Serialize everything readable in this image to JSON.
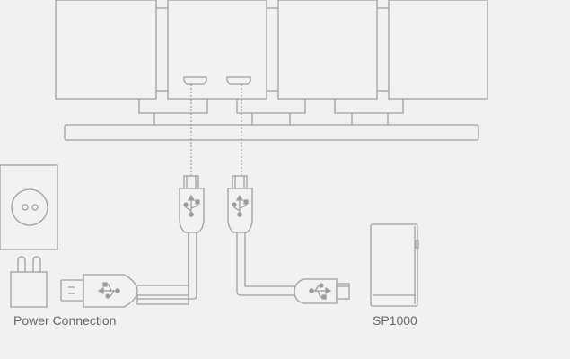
{
  "diagram": {
    "title": "SP1000 multi-unit USB connection diagram",
    "labels": {
      "power": "Power Connection",
      "device": "SP1000"
    },
    "colors": {
      "background": "#f1f1f1",
      "stroke": "#a0a0a0",
      "icon_fill": "#999999",
      "text": "#666666"
    },
    "components": [
      {
        "name": "unit-1",
        "ports": 0
      },
      {
        "name": "unit-2",
        "ports": 2
      },
      {
        "name": "unit-3",
        "ports": 0
      },
      {
        "name": "unit-4",
        "ports": 0
      },
      {
        "name": "base-stand"
      },
      {
        "name": "usb-cable-power",
        "connects": [
          "unit-2 port 1",
          "Power Connection"
        ]
      },
      {
        "name": "usb-cable-device",
        "connects": [
          "unit-2 port 2",
          "SP1000"
        ]
      },
      {
        "name": "wall-outlet"
      },
      {
        "name": "power-adapter"
      },
      {
        "name": "sp1000-player"
      }
    ]
  }
}
